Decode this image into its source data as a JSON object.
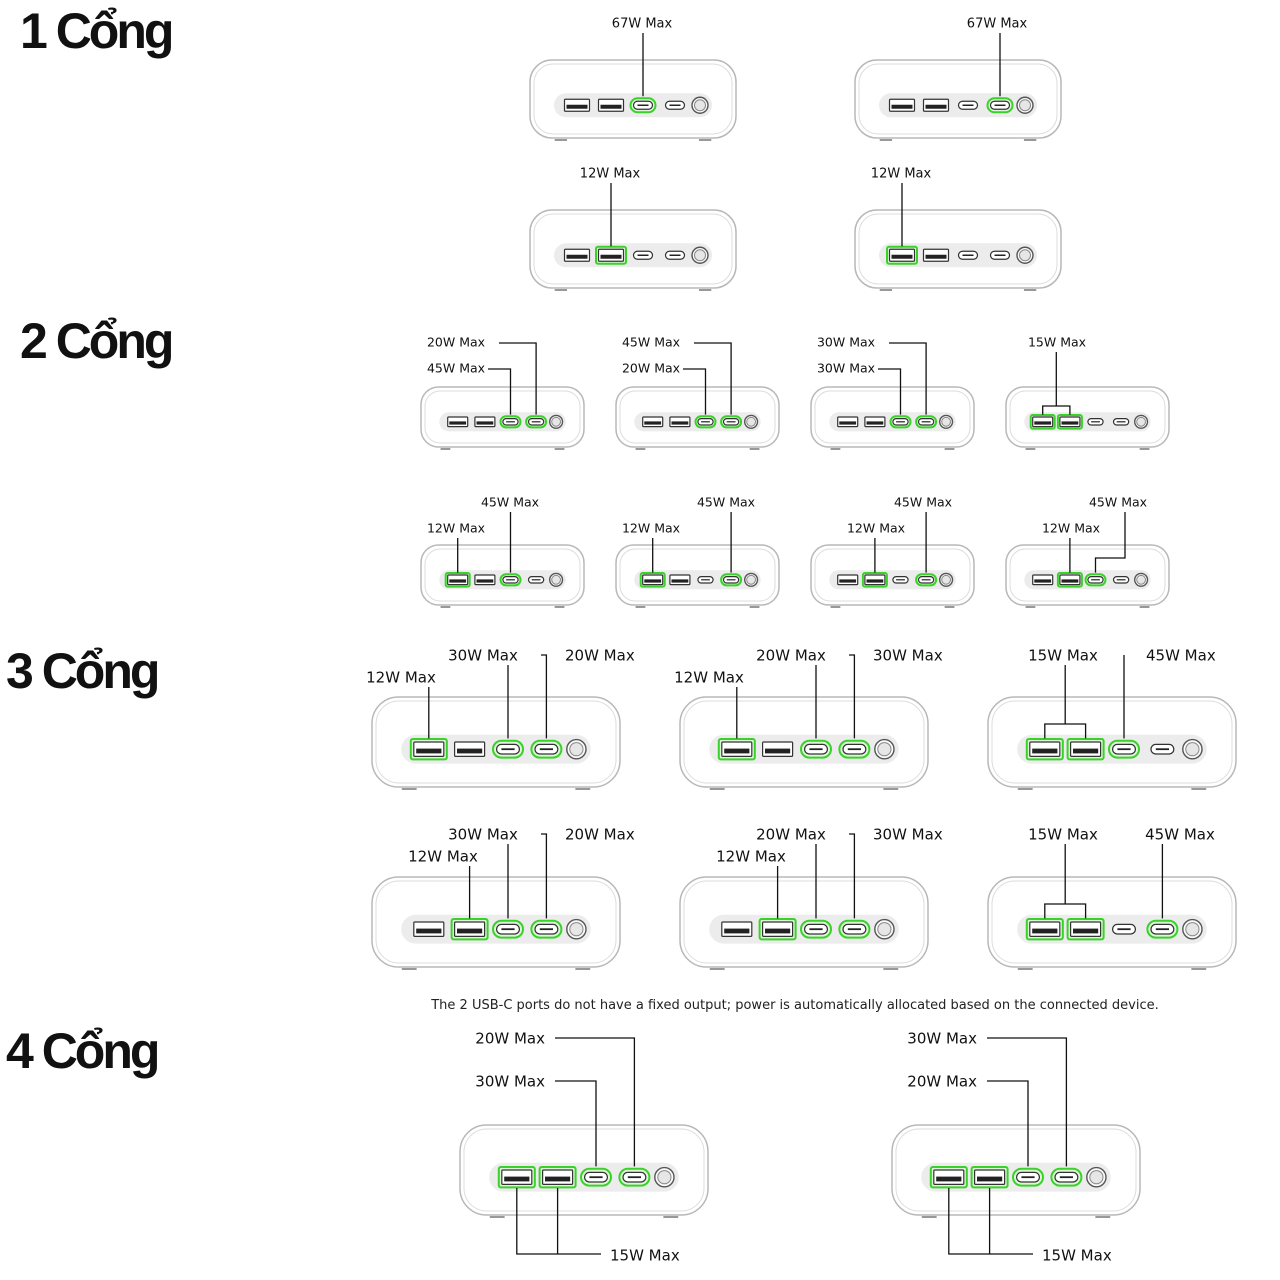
{
  "sections": [
    {
      "title": "1 Cổng"
    },
    {
      "title": "2 Cổng"
    },
    {
      "title": "3 Cổng"
    },
    {
      "title": "4 Cổng"
    }
  ],
  "note": "The 2 USB-C ports do not have a fixed output; power is automatically allocated based on the connected device.",
  "colors": {
    "active": "#39d12a",
    "active_fill": "#dcf7d6",
    "body_stroke": "#b8b8b8",
    "line": "#111111"
  },
  "port_types": [
    "usb-a",
    "usb-a",
    "usb-c",
    "usb-c",
    "button"
  ],
  "diagrams": [
    {
      "section": 0,
      "active": [
        2
      ],
      "labels": [
        {
          "text": "67W Max",
          "ports": [
            2
          ]
        }
      ]
    },
    {
      "section": 0,
      "active": [
        3
      ],
      "labels": [
        {
          "text": "67W Max",
          "ports": [
            3
          ]
        }
      ]
    },
    {
      "section": 0,
      "active": [
        1
      ],
      "labels": [
        {
          "text": "12W Max",
          "ports": [
            1
          ]
        }
      ]
    },
    {
      "section": 0,
      "active": [
        0
      ],
      "labels": [
        {
          "text": "12W Max",
          "ports": [
            0
          ]
        }
      ]
    },
    {
      "section": 1,
      "active": [
        2,
        3
      ],
      "labels": [
        {
          "text": "20W Max",
          "ports": [
            3
          ]
        },
        {
          "text": "45W Max",
          "ports": [
            2
          ]
        }
      ]
    },
    {
      "section": 1,
      "active": [
        2,
        3
      ],
      "labels": [
        {
          "text": "45W Max",
          "ports": [
            3
          ]
        },
        {
          "text": "20W Max",
          "ports": [
            2
          ]
        }
      ]
    },
    {
      "section": 1,
      "active": [
        2,
        3
      ],
      "labels": [
        {
          "text": "30W Max",
          "ports": [
            3
          ]
        },
        {
          "text": "30W Max",
          "ports": [
            2
          ]
        }
      ]
    },
    {
      "section": 1,
      "active": [
        0,
        1
      ],
      "labels": [
        {
          "text": "15W Max",
          "ports": [
            0,
            1
          ]
        }
      ]
    },
    {
      "section": 1,
      "active": [
        0,
        2
      ],
      "labels": [
        {
          "text": "45W Max",
          "ports": [
            2
          ]
        },
        {
          "text": "12W Max",
          "ports": [
            0
          ]
        }
      ]
    },
    {
      "section": 1,
      "active": [
        0,
        3
      ],
      "labels": [
        {
          "text": "45W Max",
          "ports": [
            3
          ]
        },
        {
          "text": "12W Max",
          "ports": [
            0
          ]
        }
      ]
    },
    {
      "section": 1,
      "active": [
        1,
        3
      ],
      "labels": [
        {
          "text": "45W Max",
          "ports": [
            3
          ]
        },
        {
          "text": "12W Max",
          "ports": [
            1
          ]
        }
      ]
    },
    {
      "section": 1,
      "active": [
        1,
        2
      ],
      "labels": [
        {
          "text": "45W Max",
          "ports": [
            2
          ]
        },
        {
          "text": "12W Max",
          "ports": [
            1
          ]
        }
      ]
    },
    {
      "section": 2,
      "active": [
        0,
        2,
        3
      ],
      "labels": [
        {
          "text": "30W Max",
          "ports": [
            2
          ]
        },
        {
          "text": "20W Max",
          "ports": [
            3
          ]
        },
        {
          "text": "12W Max",
          "ports": [
            0
          ]
        }
      ]
    },
    {
      "section": 2,
      "active": [
        0,
        2,
        3
      ],
      "labels": [
        {
          "text": "20W Max",
          "ports": [
            2
          ]
        },
        {
          "text": "30W Max",
          "ports": [
            3
          ]
        },
        {
          "text": "12W Max",
          "ports": [
            0
          ]
        }
      ]
    },
    {
      "section": 2,
      "active": [
        0,
        1,
        2
      ],
      "labels": [
        {
          "text": "15W Max",
          "ports": [
            0,
            1
          ]
        },
        {
          "text": "45W Max",
          "ports": [
            2
          ]
        }
      ]
    },
    {
      "section": 2,
      "active": [
        1,
        2,
        3
      ],
      "labels": [
        {
          "text": "30W Max",
          "ports": [
            2
          ]
        },
        {
          "text": "20W Max",
          "ports": [
            3
          ]
        },
        {
          "text": "12W Max",
          "ports": [
            1
          ]
        }
      ]
    },
    {
      "section": 2,
      "active": [
        1,
        2,
        3
      ],
      "labels": [
        {
          "text": "20W Max",
          "ports": [
            2
          ]
        },
        {
          "text": "30W Max",
          "ports": [
            3
          ]
        },
        {
          "text": "12W Max",
          "ports": [
            1
          ]
        }
      ]
    },
    {
      "section": 2,
      "active": [
        0,
        1,
        3
      ],
      "labels": [
        {
          "text": "15W Max",
          "ports": [
            0,
            1
          ]
        },
        {
          "text": "45W Max",
          "ports": [
            3
          ]
        }
      ]
    },
    {
      "section": 3,
      "active": [
        0,
        1,
        2,
        3
      ],
      "labels": [
        {
          "text": "20W Max",
          "ports": [
            3
          ]
        },
        {
          "text": "30W Max",
          "ports": [
            2
          ]
        },
        {
          "text": "15W Max",
          "ports": [
            0,
            1
          ]
        }
      ]
    },
    {
      "section": 3,
      "active": [
        0,
        1,
        2,
        3
      ],
      "labels": [
        {
          "text": "30W Max",
          "ports": [
            3
          ]
        },
        {
          "text": "20W Max",
          "ports": [
            2
          ]
        },
        {
          "text": "15W Max",
          "ports": [
            0,
            1
          ]
        }
      ]
    }
  ]
}
